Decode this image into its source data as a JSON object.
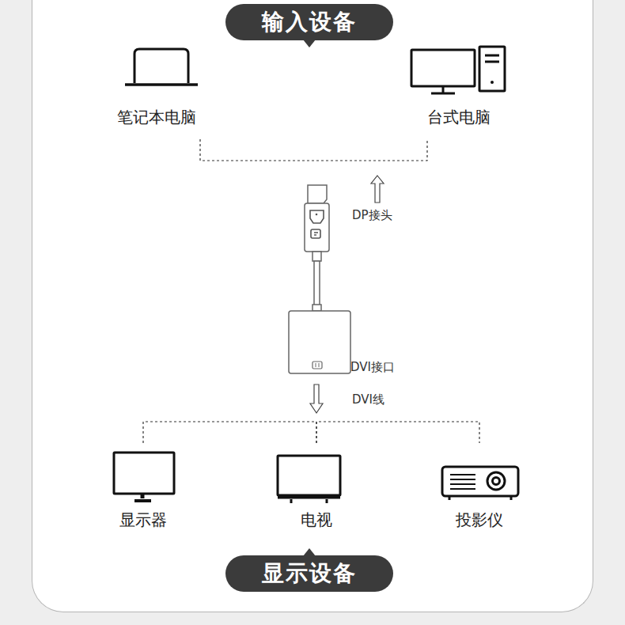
{
  "diagram": {
    "nodes": [
      {
        "text": [
          "输入设备"
        ]
      },
      {
        "text": [
          "笔记本电脑"
        ]
      },
      {
        "text": [
          "台式电脑"
        ]
      },
      {
        "text": [
          "显示器"
        ]
      },
      {
        "text": [
          "电视"
        ]
      },
      {
        "text": [
          "投影仪"
        ]
      },
      {
        "text": [
          "显示设备"
        ]
      }
    ],
    "edges": [
      {
        "from": 1,
        "to": 2,
        "arrow": "none"
      },
      {
        "from": 3,
        "to": 4,
        "arrow": "none"
      },
      {
        "from": 4,
        "to": 5,
        "arrow": "none"
      }
    ],
    "labels": [
      "DP接头",
      "DVI接口",
      "DVI线"
    ]
  }
}
